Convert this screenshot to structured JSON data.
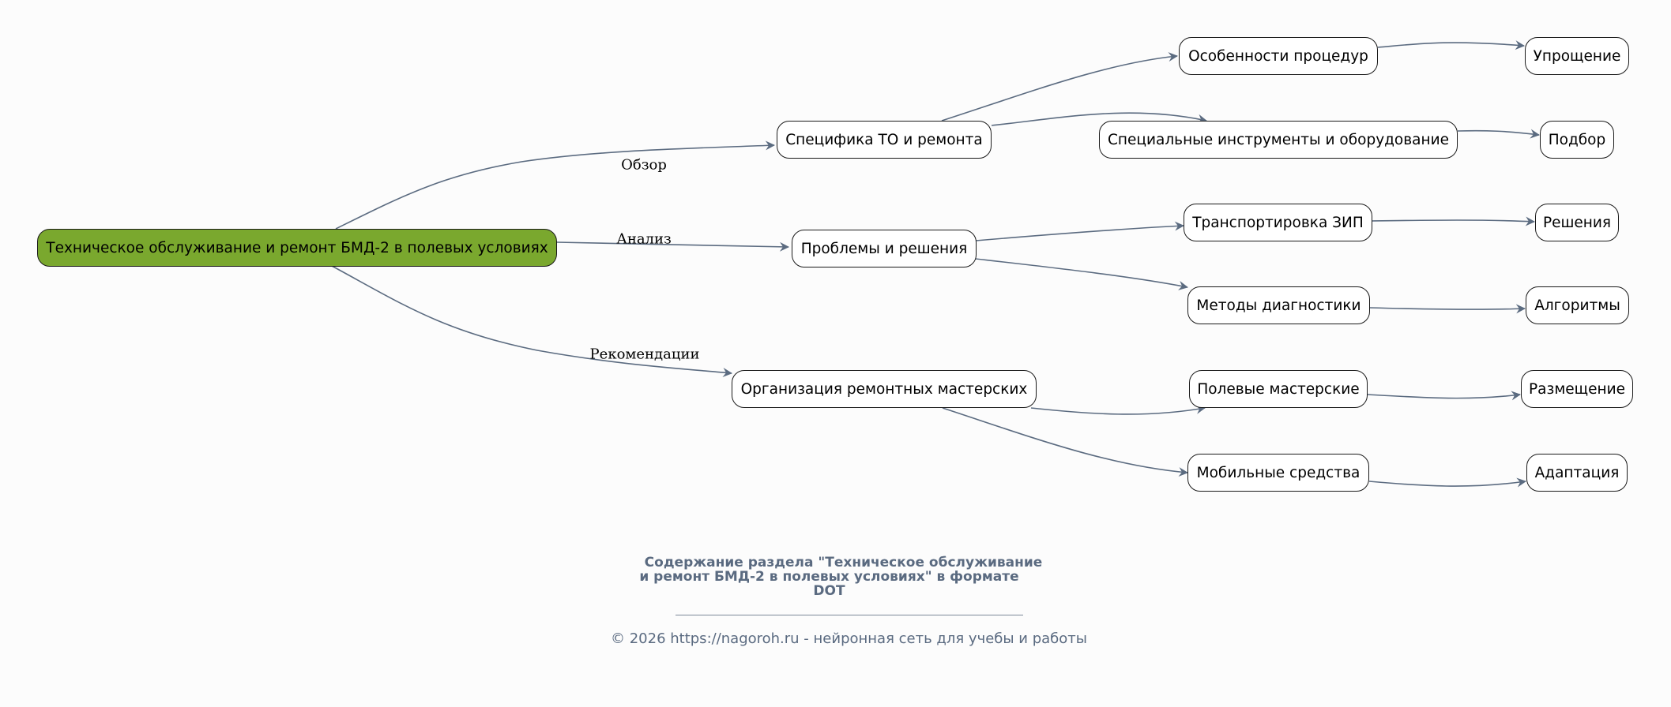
{
  "colors": {
    "root_fill": "#7aa82e",
    "node_fill": "#ffffff",
    "edge": "#5b6b80",
    "footer_text": "#5a6a80"
  },
  "root": {
    "id": "root",
    "label": "Техническое обслуживание и ремонт БМД-2 в полевых условиях"
  },
  "branches": [
    {
      "id": "b1",
      "label": "Специфика ТО и ремонта",
      "edge_label": "Обзор",
      "children": [
        {
          "id": "b1c1",
          "label": "Особенности процедур",
          "leaf": {
            "id": "b1c1l",
            "label": "Упрощение"
          }
        },
        {
          "id": "b1c2",
          "label": "Специальные инструменты и оборудование",
          "leaf": {
            "id": "b1c2l",
            "label": "Подбор"
          }
        }
      ]
    },
    {
      "id": "b2",
      "label": "Проблемы и решения",
      "edge_label": "Анализ",
      "children": [
        {
          "id": "b2c1",
          "label": "Транспортировка ЗИП",
          "leaf": {
            "id": "b2c1l",
            "label": "Решения"
          }
        },
        {
          "id": "b2c2",
          "label": "Методы диагностики",
          "leaf": {
            "id": "b2c2l",
            "label": "Алгоритмы"
          }
        }
      ]
    },
    {
      "id": "b3",
      "label": "Организация ремонтных мастерских",
      "edge_label": "Рекомендации",
      "children": [
        {
          "id": "b3c1",
          "label": "Полевые мастерские",
          "leaf": {
            "id": "b3c1l",
            "label": "Размещение"
          }
        },
        {
          "id": "b3c2",
          "label": "Мобильные средства",
          "leaf": {
            "id": "b3c2l",
            "label": "Адаптация"
          }
        }
      ]
    }
  ],
  "footer": {
    "title_line1": "Содержание раздела \"Техническое обслуживание",
    "title_line2": "и ремонт БМД-2 в полевых условиях\" в формате",
    "title_line3": "DOT",
    "copyright": "© 2026 https://nagoroh.ru - нейронная сеть для учебы и работы"
  }
}
